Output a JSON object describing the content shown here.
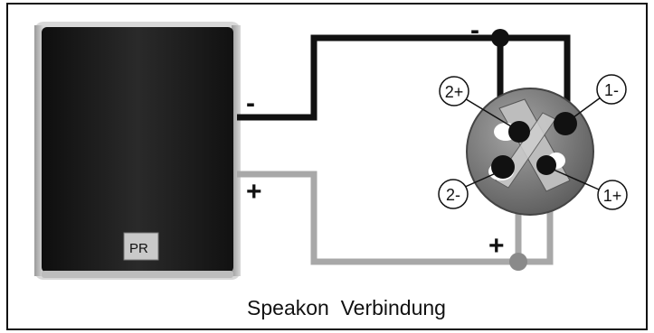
{
  "caption": "Speakon  Verbindung",
  "speaker": {
    "logo_text": "PR"
  },
  "wires": {
    "negative_sign": "-",
    "positive_sign": "+"
  },
  "connector": {
    "pins": [
      {
        "label": "2+"
      },
      {
        "label": "1-"
      },
      {
        "label": "2-"
      },
      {
        "label": "1+"
      }
    ]
  },
  "colors": {
    "negative_wire": "#111111",
    "positive_wire": "#a8a8a8",
    "speaker_body": "#1c1c1c",
    "connector_body": "#7e7e7e",
    "connector_insert": "#bdbdbd"
  }
}
